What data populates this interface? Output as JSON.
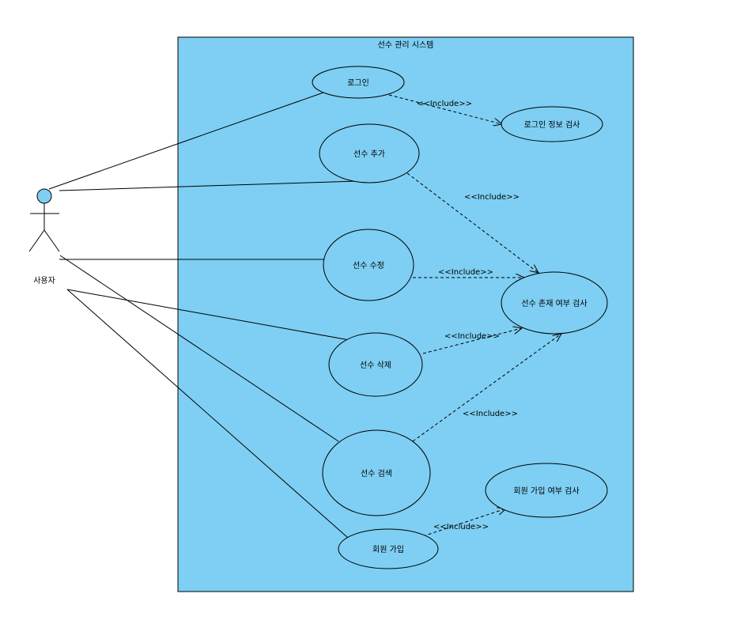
{
  "system": {
    "title": "선수 관리 시스템",
    "fill": "#7ecff3"
  },
  "actor": {
    "name": "사용자",
    "head_fill": "#7ecff3"
  },
  "use_cases": {
    "login": "로그인",
    "add_player": "선수 추가",
    "edit_player": "선수 수정",
    "delete_player": "선수 삭제",
    "search_player": "선수 검색",
    "signup": "회원 가입",
    "check_login": "로그인 정보 검사",
    "check_player_exists": "선수 존재 여부 검사",
    "check_signup": "회원 가입 여부 검사"
  },
  "relations": {
    "include_label": "<<Include>>"
  },
  "icons": {
    "actor": "stick-figure-icon"
  }
}
